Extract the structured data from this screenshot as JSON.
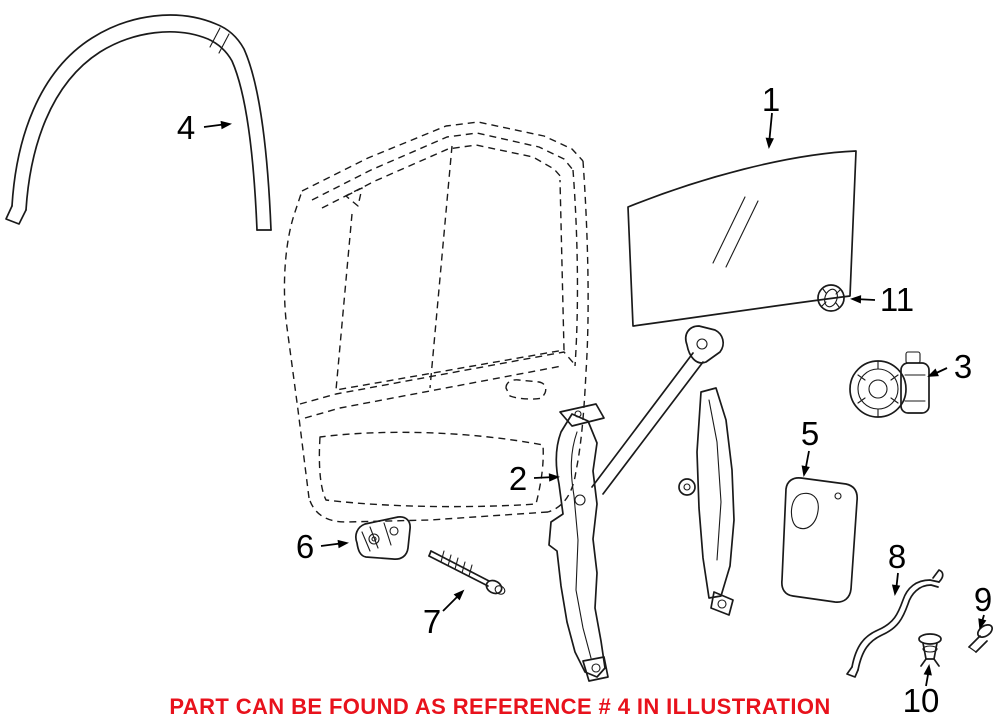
{
  "note": {
    "text": "PART CAN BE FOUND AS REFERENCE # 4 IN ILLUSTRATION",
    "color": "#e8121c"
  },
  "diagram": {
    "line_color": "#1a1a1a",
    "background": "#ffffff"
  },
  "callouts": [
    {
      "id": "1"
    },
    {
      "id": "2"
    },
    {
      "id": "3"
    },
    {
      "id": "4"
    },
    {
      "id": "5"
    },
    {
      "id": "6"
    },
    {
      "id": "7"
    },
    {
      "id": "8"
    },
    {
      "id": "9"
    },
    {
      "id": "10"
    },
    {
      "id": "11"
    }
  ]
}
